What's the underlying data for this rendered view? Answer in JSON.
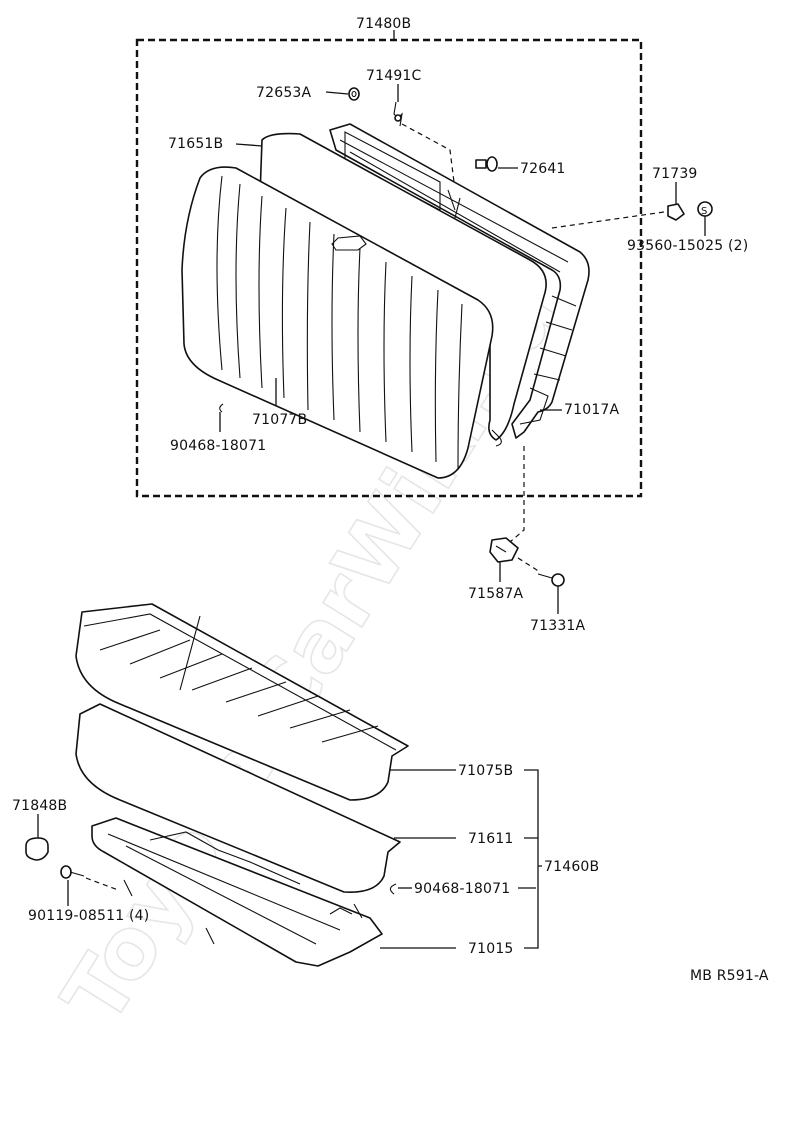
{
  "watermark": "Toyota-CarWiki.ru",
  "drawing_code": "MB R591-A",
  "parts": {
    "p71480B": "71480B",
    "p72653A": "72653A",
    "p71491C": "71491C",
    "p71651B": "71651B",
    "p72641": "72641",
    "p71739": "71739",
    "p93560": "93560-15025 (2)",
    "p71077B": "71077B",
    "p90468a": "90468-18071",
    "p71017A": "71017A",
    "p71587A": "71587A",
    "p71331A": "71331A",
    "p71075B": "71075B",
    "p71611": "71611",
    "p71460B": "71460B",
    "p90468b": "90468-18071",
    "p71015": "71015",
    "p71848B": "71848B",
    "p90119": "90119-08511 (4)"
  }
}
